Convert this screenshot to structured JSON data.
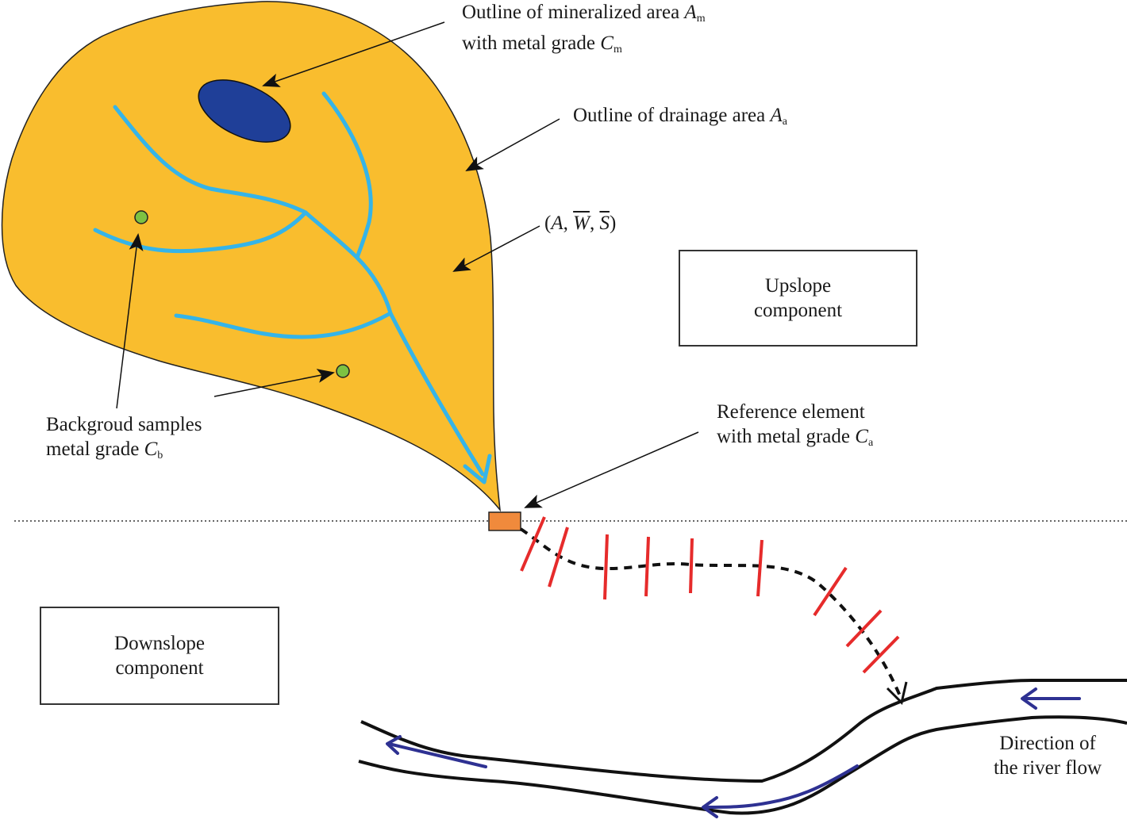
{
  "labels": {
    "mineralized_line1": "Outline of mineralized area",
    "mineralized_var": "A",
    "mineralized_var_sub": "m",
    "mineralized_line2": "with metal grade",
    "mineralized_grade_var": "C",
    "mineralized_grade_sub": "m",
    "drainage_text": "Outline of drainage area",
    "drainage_var": "A",
    "drainage_var_sub": "a",
    "params_open": "(",
    "params_a": "A",
    "params_sep1": ", ",
    "params_w": "W",
    "params_sep2": ", ",
    "params_s": "S",
    "params_close": ")",
    "background_line1": "Backgroud samples",
    "background_line2": "metal grade",
    "background_var": "C",
    "background_var_sub": "b",
    "reference_line1": "Reference element",
    "reference_line2": "with metal grade",
    "reference_var": "C",
    "reference_var_sub": "a",
    "direction_line1": "Direction of",
    "direction_line2": "the river flow"
  },
  "components": {
    "upslope_line1": "Upslope",
    "upslope_line2": "component",
    "downslope_line1": "Downslope",
    "downslope_line2": "component"
  },
  "colors": {
    "drainage_fill": "#f9bd2e",
    "mineralized_fill": "#1f3f98",
    "stream": "#35b4e8",
    "sample_fill": "#7dc242",
    "reference_fill": "#f08a3c",
    "cross_section": "#e62b2b",
    "river_arrow": "#2e3192"
  }
}
